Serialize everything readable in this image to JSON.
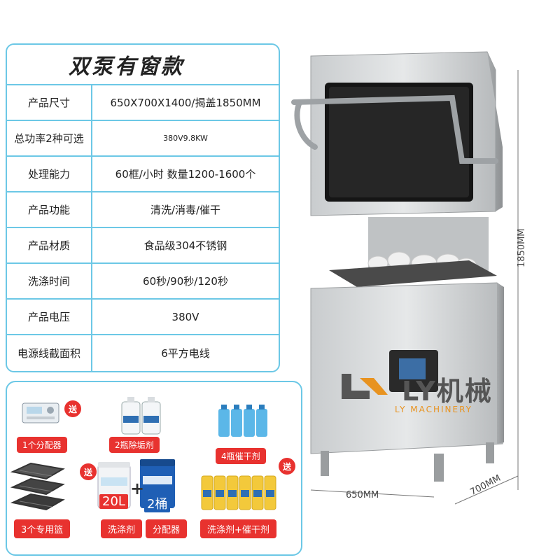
{
  "spec_table": {
    "title": "双泵有窗款",
    "rows": [
      {
        "label": "产品尺寸",
        "value": "650X700X1400/揭盖1850MM"
      },
      {
        "label": "总功率2种可选",
        "value": "380V9.8KW"
      },
      {
        "label": "处理能力",
        "value": "60框/小时 数量1200-1600个"
      },
      {
        "label": "产品功能",
        "value": "清洗/消毒/催干"
      },
      {
        "label": "产品材质",
        "value": "食品级304不锈钢"
      },
      {
        "label": "洗涤时间",
        "value": "60秒/90秒/120秒"
      },
      {
        "label": "产品电压",
        "value": "380V"
      },
      {
        "label": "电源线截面积",
        "value": "6平方电线"
      }
    ]
  },
  "gifts": {
    "badge": "送",
    "distributor_label": "1个分配器",
    "descaler_label": "2瓶除垢剂",
    "drying_agent_label": "4瓶催干剂",
    "drum_left_label": "20L",
    "drum_right_label": "2桶",
    "racks_label": "3个专用篮",
    "detergent_label": "洗涤剂",
    "distributor2_label": "分配器",
    "rinse_label": "洗涤剂+催干剂"
  },
  "machine": {
    "height_label": "1850MM",
    "width_label": "650MM",
    "depth_label": "700MM"
  },
  "brand": {
    "logo_text": "LY机械",
    "logo_sub": "LY MACHINERY",
    "accent": "#e89320"
  },
  "colors": {
    "border": "#6cc8e6",
    "badge": "#e8322f"
  }
}
